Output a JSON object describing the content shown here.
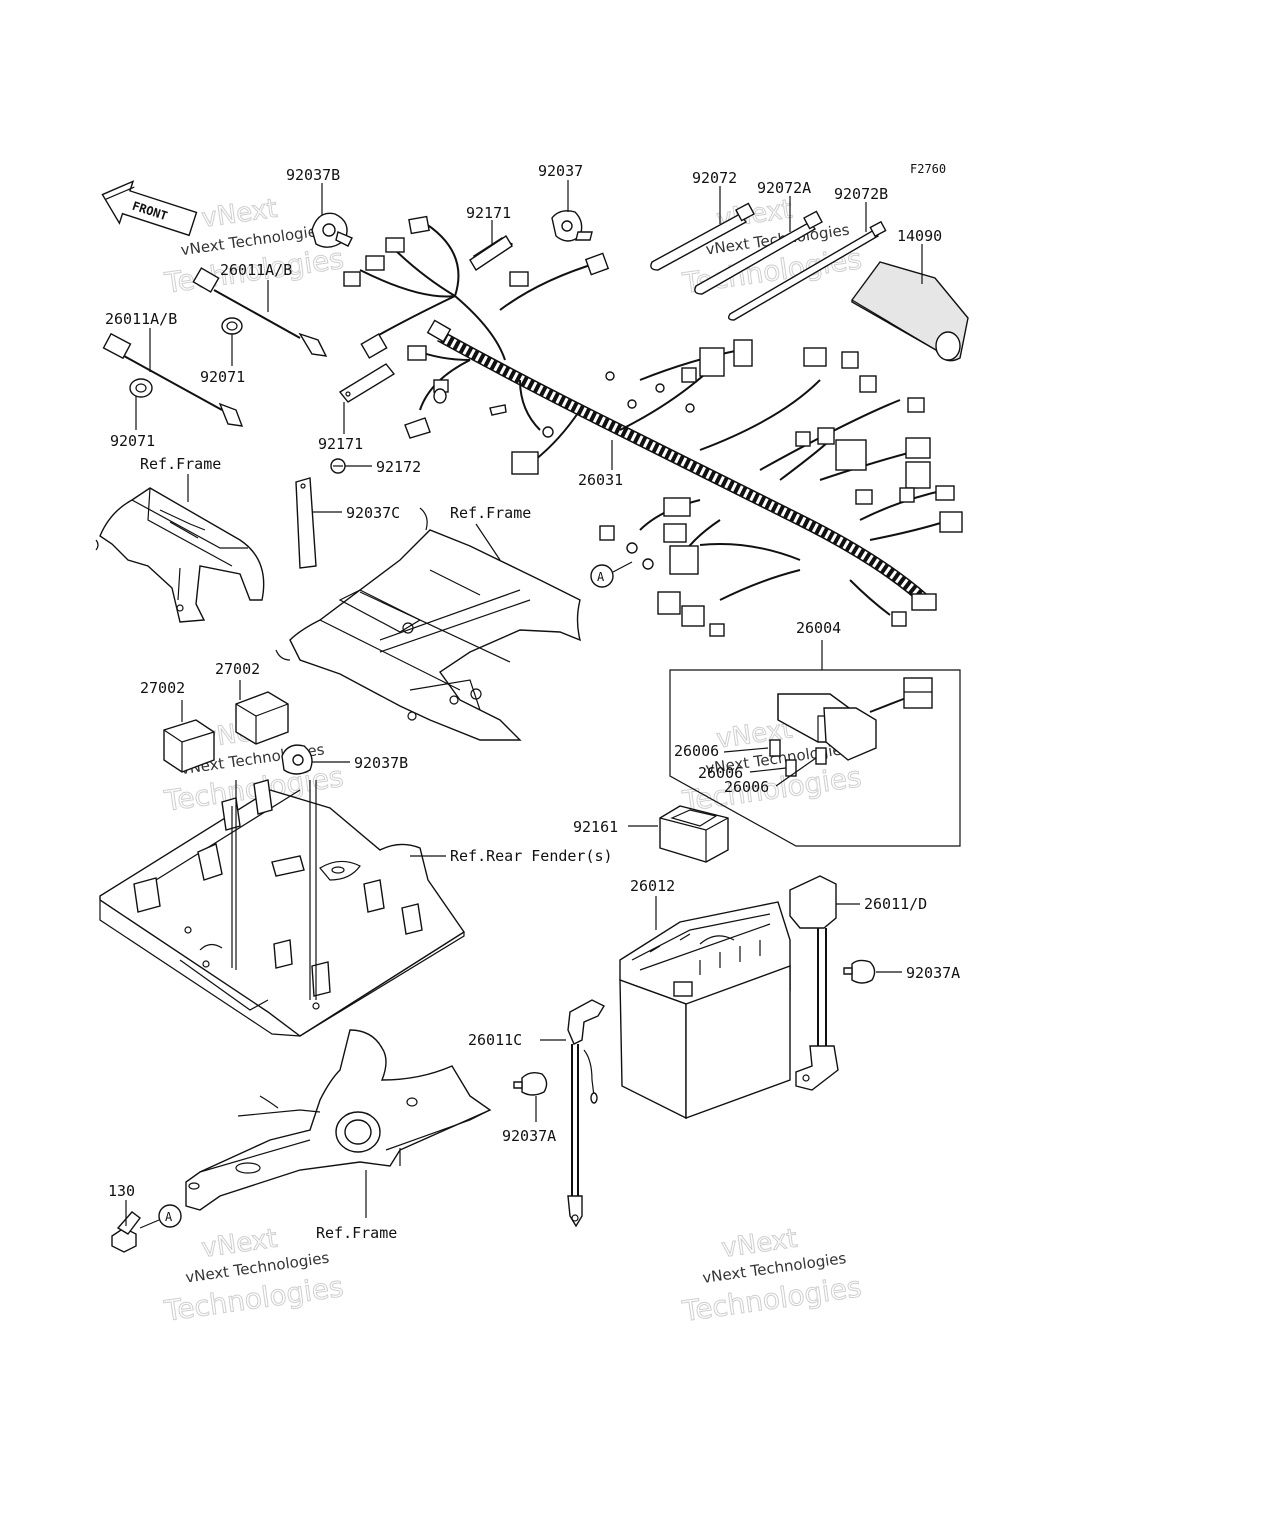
{
  "figure_code": "F2760",
  "front_arrow": "FRONT",
  "watermark": {
    "line1": "vNext",
    "line2": "vNext Technologies",
    "line3": "Technologies"
  },
  "callout_letter": "A",
  "labels": {
    "p92037B_top": "92037B",
    "p92037": "92037",
    "p92072": "92072",
    "p92072A": "92072A",
    "p92072B": "92072B",
    "p14090": "14090",
    "p92171_top": "92171",
    "p26011AB_1": "26011A/B",
    "p26011AB_2": "26011A/B",
    "p92071_1": "92071",
    "p92071_2": "92071",
    "p92171_mid": "92171",
    "p92172": "92172",
    "ref_frame_1": "Ref.Frame",
    "p92037C": "92037C",
    "ref_frame_2": "Ref.Frame",
    "p26031": "26031",
    "p26004": "26004",
    "p27002_1": "27002",
    "p27002_2": "27002",
    "p92037B_mid": "92037B",
    "p26006_1": "26006",
    "p26006_2": "26006",
    "p26006_3": "26006",
    "p92161": "92161",
    "ref_rear_fender": "Ref.Rear Fender(s)",
    "p26012": "26012",
    "p26011D": "26011/D",
    "p92037A_right": "92037A",
    "p26011C": "26011C",
    "p92037A_mid": "92037A",
    "p130": "130",
    "ref_frame_3": "Ref.Frame"
  }
}
